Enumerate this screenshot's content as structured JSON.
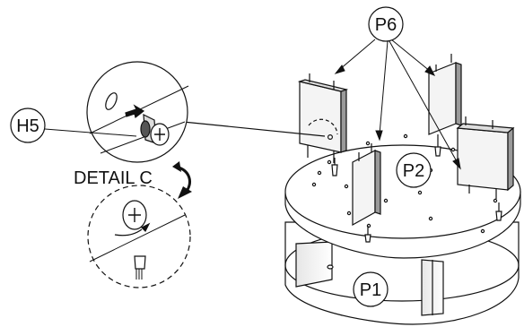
{
  "labels": {
    "p6": "P6",
    "h5": "H5",
    "p2": "P2",
    "p1": "P1",
    "detail": "DETAIL C"
  },
  "colors": {
    "stroke": "#111111",
    "panel_shade": "#d9d9d9",
    "panel_light": "#f0f0f0",
    "background": "#ffffff"
  }
}
